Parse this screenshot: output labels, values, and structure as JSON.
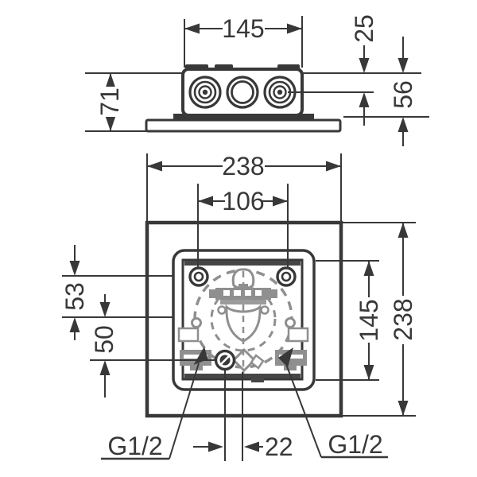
{
  "colors": {
    "line": "#383838",
    "detail_gray": "#8f8f8f",
    "background": "#ffffff"
  },
  "side_view": {
    "dim_width": "145",
    "dim_top_offset": "25",
    "dim_height": "71",
    "dim_depth": "56"
  },
  "front_view": {
    "dim_outer_width": "238",
    "dim_hole_spacing": "106",
    "dim_upper_offset": "53",
    "dim_lower_offset": "50",
    "dim_inner_height": "145",
    "dim_outer_height": "238",
    "dim_center_offset": "22",
    "connection_left": "G1/2",
    "connection_right": "G1/2"
  }
}
